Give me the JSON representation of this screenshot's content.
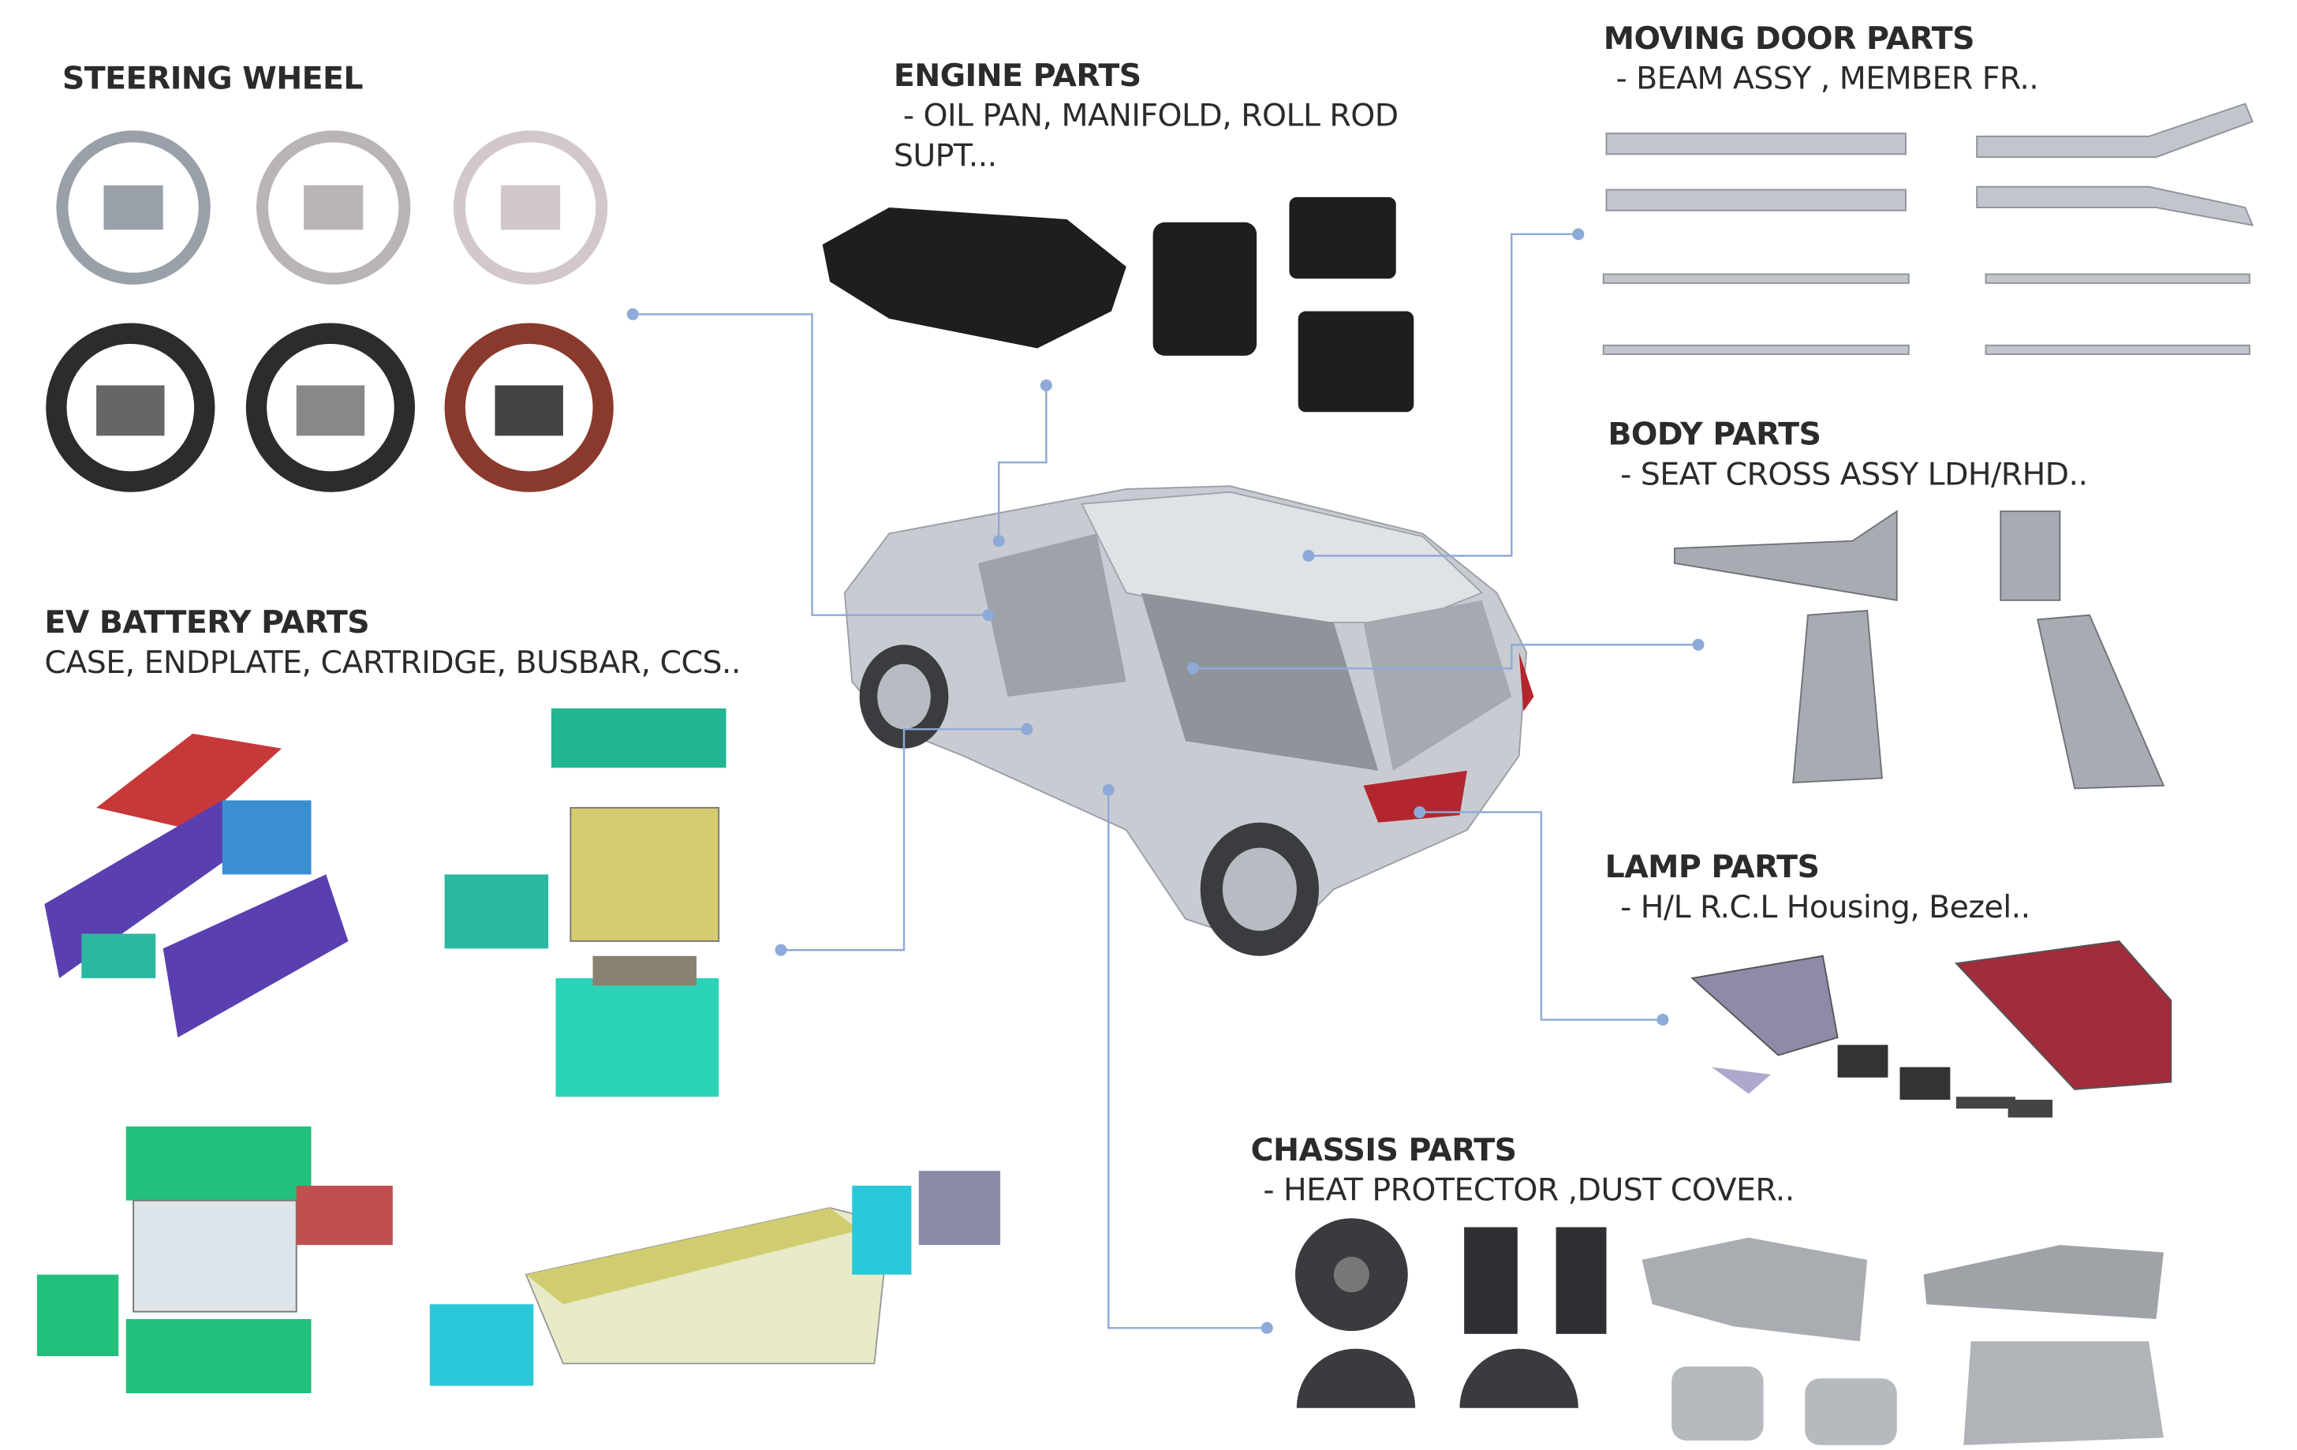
{
  "sections": {
    "steering": {
      "title": "STEERING WHEEL"
    },
    "engine": {
      "title": "ENGINE PARTS",
      "line1": " - OIL PAN, MANIFOLD, ROLL ROD",
      "line2": "SUPT..."
    },
    "moving_door": {
      "title": "MOVING DOOR PARTS",
      "sub": " - BEAM ASSY , MEMBER FR.."
    },
    "body": {
      "title": "BODY PARTS",
      "sub": " - SEAT CROSS ASSY LDH/RHD.."
    },
    "ev_battery": {
      "title": "EV BATTERY PARTS",
      "sub": "CASE, ENDPLATE, CARTRIDGE, BUSBAR, CCS.."
    },
    "lamp": {
      "title": "LAMP PARTS",
      "sub": " - H/L R.C.L Housing, Bezel.."
    },
    "chassis": {
      "title": "CHASSIS PARTS",
      "sub": " - HEAT PROTECTOR ,DUST COVER.."
    }
  },
  "colors": {
    "connector": "#8eaad8",
    "text": "#2b2b2b"
  }
}
